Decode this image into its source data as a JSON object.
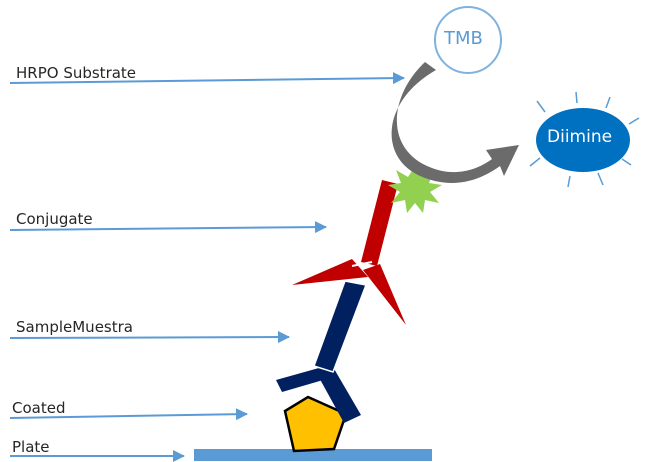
{
  "labels": {
    "hrpo_substrate": "HRPO Substrate",
    "conjugate": "Conjugate",
    "sample": "SampleMuestra",
    "coated": "Coated",
    "plate": "Plate"
  },
  "nodes": {
    "tmb": "TMB",
    "diimine": "Diimine"
  },
  "colors": {
    "arrow_blue": "#5b9bd5",
    "plate_blue": "#5b9bd5",
    "tmb_circle": "#7fb2df",
    "diimine_fill": "#0070c0",
    "conjugate_red": "#c00000",
    "sample_navy": "#002060",
    "antigen_yellow": "#ffc000",
    "enzyme_green": "#92d050",
    "reaction_arrow_gray": "#6b6b6b",
    "ray_blue": "#5b9bd5"
  },
  "icons": {
    "enzyme": "star-burst-icon",
    "antigen": "pentagon-icon"
  }
}
